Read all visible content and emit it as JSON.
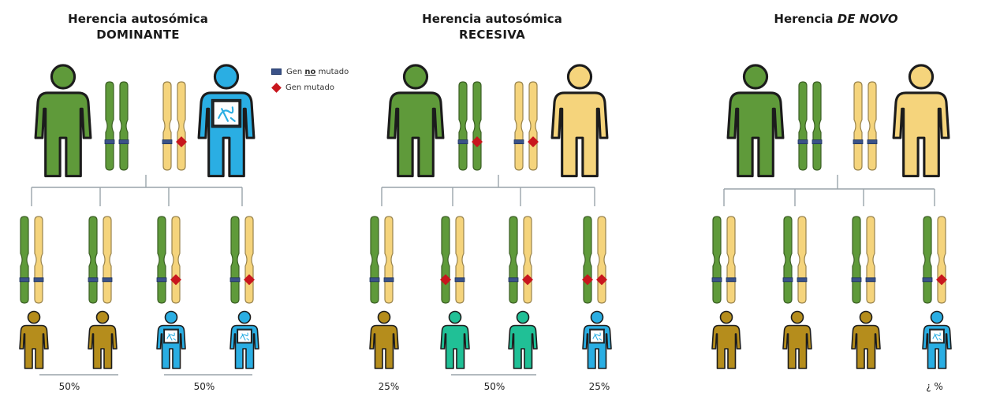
{
  "panels": [
    {
      "title_line1": "Herencia autosómica",
      "title_line2": "DOMINANTE",
      "percentages": [
        "50%",
        "50%"
      ]
    },
    {
      "title_line1": "Herencia autosómica",
      "title_line2": "RECESIVA",
      "percentages": [
        "25%",
        "50%",
        "25%"
      ]
    },
    {
      "title_line1": "Herencia ",
      "title_line1_italic": "DE NOVO",
      "percentages": [
        "¿ %"
      ]
    }
  ],
  "legend": {
    "normal_prefix": "Gen ",
    "normal_emph": "no",
    "normal_suffix": " mutado",
    "mutated": "Gen mutado"
  },
  "colors": {
    "green": "#5f9a3a",
    "yellow": "#f5d47c",
    "blue": "#2aaee3",
    "gold": "#b58d1c",
    "teal": "#20c096",
    "band": "#3b5288",
    "mutation": "#c8161d"
  }
}
